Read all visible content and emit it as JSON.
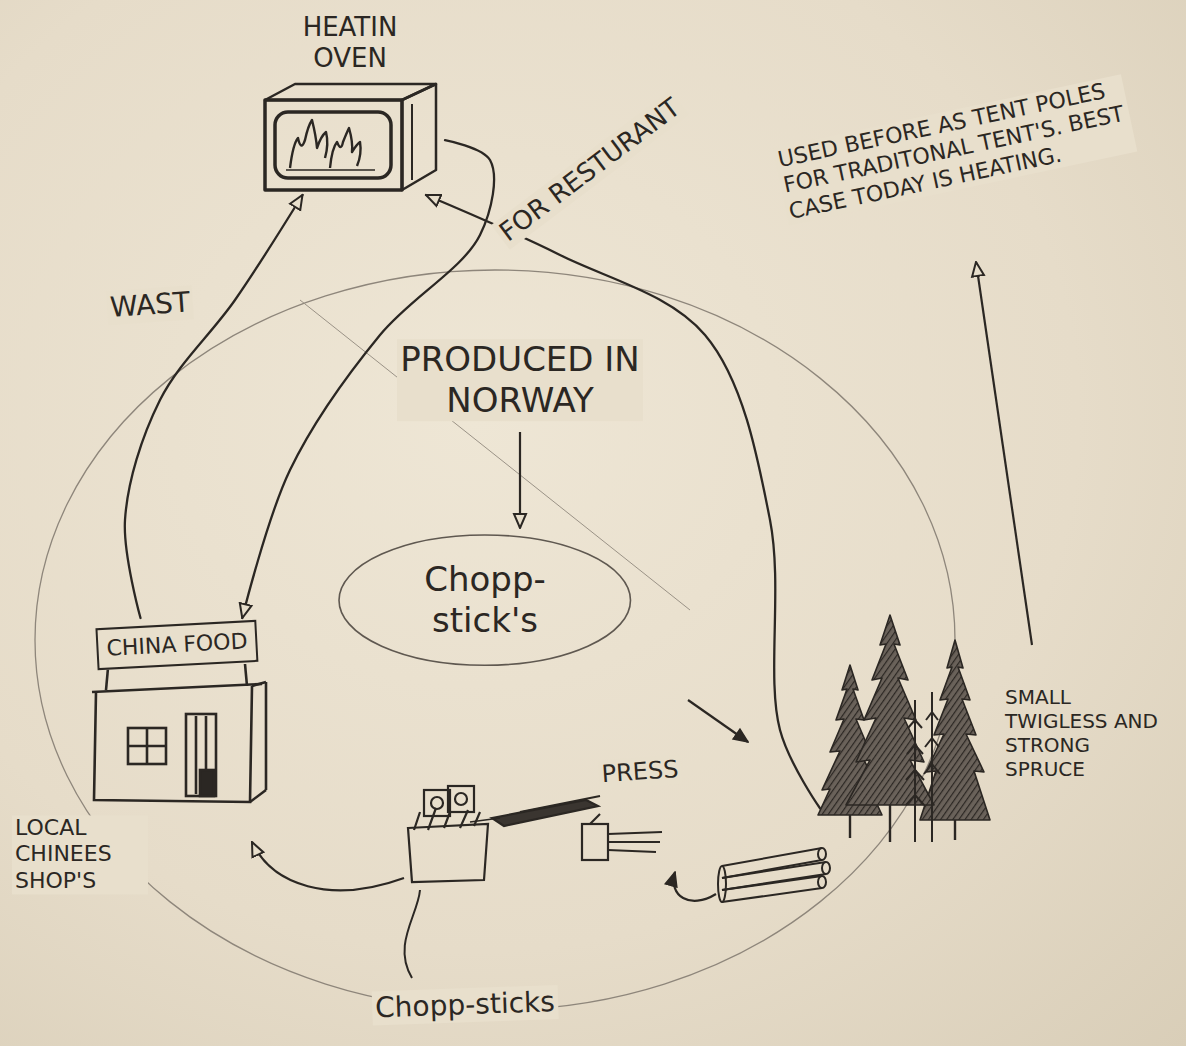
{
  "diagram": {
    "nodes": [
      {
        "text": [
          "HEATIN OVEN"
        ]
      },
      {
        "text": [
          "Chopp-stick's"
        ]
      },
      {
        "text": [
          "CHINA FOOD"
        ]
      },
      {
        "text": [
          "SMALL TWIGLESS AND STRONG SPRUCE"
        ]
      }
    ],
    "edges": [
      {
        "from": 0,
        "to": 2,
        "arrow": "to",
        "label": "FOR RESTURANT"
      },
      {
        "from": 2,
        "to": 0,
        "arrow": "to",
        "label": "WAST"
      },
      {
        "from": 3,
        "to": 0,
        "arrow": "to"
      }
    ],
    "labels": [
      "USED BEFORE AS TENT POLES FOR TRADITONAL TENT'S. BEST CASE TODAY IS HEATING.",
      "PRODUCED IN NORWAY",
      "PRESS",
      "LOCAL CHINEES SHOP'S",
      "Chopp-sticks"
    ]
  }
}
